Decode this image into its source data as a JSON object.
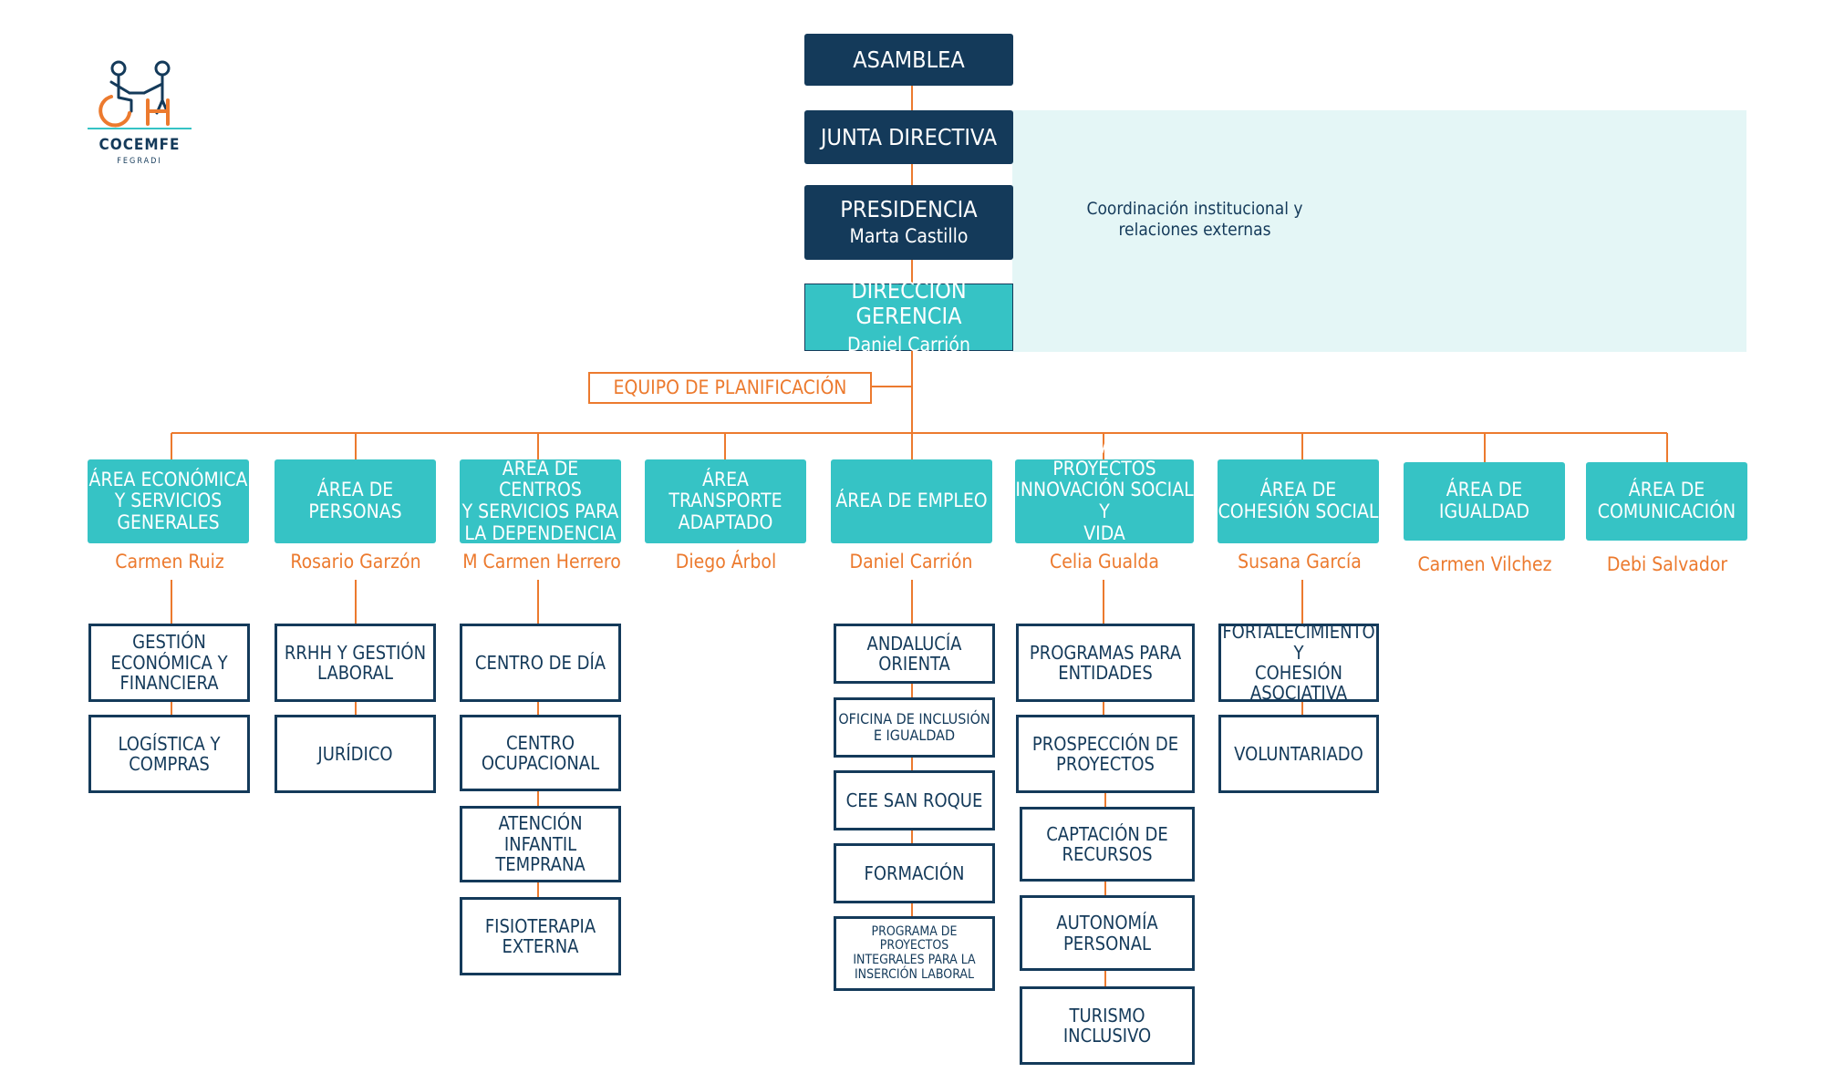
{
  "logo": {
    "name": "COCEMFE",
    "sub": "FEGRADI"
  },
  "top": {
    "asamblea": "ASAMBLEA",
    "junta": "JUNTA DIRECTIVA",
    "presidencia": {
      "title": "PRESIDENCIA",
      "person": "Marta Castillo"
    },
    "direccion": {
      "title": "DIRECCIÓN GERENCIA",
      "person": "Daniel Carrión"
    },
    "coordination": [
      "Coordinación  institucional y",
      "relaciones externas"
    ],
    "planning": "EQUIPO DE PLANIFICACIÓN"
  },
  "areas": [
    {
      "lines": [
        "ÁREA ECONÓMICA",
        "Y SERVICIOS",
        "GENERALES"
      ],
      "person": "Carmen Ruiz",
      "subs": [
        [
          "GESTIÓN",
          "ECONÓMICA Y",
          "FINANCIERA"
        ],
        [
          "LOGÍSTICA Y",
          "COMPRAS"
        ]
      ]
    },
    {
      "lines": [
        "ÁREA DE",
        "PERSONAS"
      ],
      "person": "Rosario Garzón",
      "subs": [
        [
          "RRHH Y GESTIÓN",
          "LABORAL"
        ],
        [
          "JURÍDICO"
        ]
      ]
    },
    {
      "lines": [
        "ÁREA DE CENTROS",
        "Y SERVICIOS PARA",
        "LA DEPENDENCIA"
      ],
      "person": "M Carmen Herrero",
      "subs": [
        [
          "CENTRO DE DÍA"
        ],
        [
          "CENTRO",
          "OCUPACIONAL"
        ],
        [
          "ATENCIÓN INFANTIL",
          "TEMPRANA"
        ],
        [
          "FISIOTERAPIA",
          "EXTERNA"
        ]
      ]
    },
    {
      "lines": [
        "ÁREA TRANSPORTE",
        "ADAPTADO"
      ],
      "person": "Diego Árbol",
      "subs": []
    },
    {
      "lines": [
        "ÁREA DE EMPLEO"
      ],
      "person": "Daniel Carrión",
      "subs": [
        [
          "ANDALUCÍA",
          "ORIENTA"
        ],
        [
          "OFICINA DE INCLUSIÓN",
          "E IGUALDAD"
        ],
        [
          "CEE SAN ROQUE"
        ],
        [
          "FORMACIÓN"
        ],
        [
          "PROGRAMA DE PROYECTOS",
          "INTEGRALES PARA LA",
          "INSERCIÓN LABORAL"
        ]
      ]
    },
    {
      "lines": [
        "ÁREA DE PROYECTOS",
        "INNOVACIÓN SOCIAL Y",
        "VIDA INDEPENDIENTE"
      ],
      "person": "Celia Gualda",
      "subs": [
        [
          "PROGRAMAS PARA",
          "ENTIDADES"
        ],
        [
          "PROSPECCIÓN DE",
          "PROYECTOS"
        ],
        [
          "CAPTACIÓN DE",
          "RECURSOS"
        ],
        [
          "AUTONOMÍA",
          "PERSONAL"
        ],
        [
          "TURISMO",
          "INCLUSIVO"
        ]
      ]
    },
    {
      "lines": [
        "ÁREA DE",
        "COHESIÓN SOCIAL"
      ],
      "person": "Susana García",
      "subs": [
        [
          "FORTALECIMIENTO Y",
          "COHESIÓN",
          "ASOCIATIVA"
        ],
        [
          "VOLUNTARIADO"
        ]
      ]
    },
    {
      "lines": [
        "ÁREA DE",
        "IGUALDAD"
      ],
      "person": "Carmen Vilchez",
      "subs": []
    },
    {
      "lines": [
        "ÁREA DE",
        "COMUNICACIÓN"
      ],
      "person": "Debi Salvador",
      "subs": []
    }
  ],
  "colors": {
    "navy": "#143a5a",
    "teal": "#36c3c5",
    "orange": "#ec7a2e",
    "band": "#e4f6f6"
  }
}
